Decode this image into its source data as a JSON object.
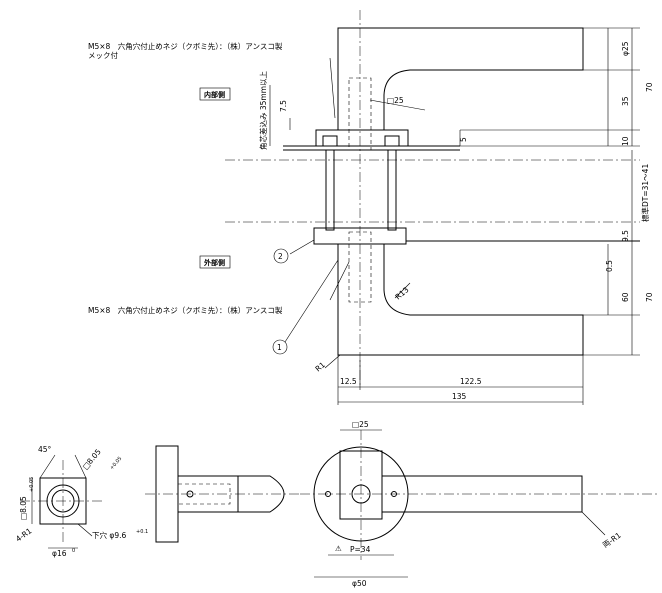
{
  "labels": {
    "screw_top_line1": "M5×8　六角穴付止めネジ（クボミ先）：（株）アンスコ製",
    "screw_top_line2": "メック付",
    "screw_bottom": "M5×8　六角穴付止めネジ（クボミ先）：（株）アンスコ製",
    "inside": "内部側",
    "outside": "外部側",
    "insert_depth": "角芯差込み 35mm以上",
    "door_thickness": "標準DT=31～41",
    "tap_hole": "下穴 φ9.6",
    "tap_tol": "+0.1",
    "both_r1": "両-R1",
    "four_r1": "4-R1",
    "marker1": "1",
    "marker2": "2",
    "triangle": "⚠"
  },
  "dims": {
    "phi25": "φ25",
    "d70_top": "70",
    "d35": "35",
    "d10": "10",
    "sq25_top": "□25",
    "d7_5": "7.5",
    "d5": "5",
    "d9_5": "9.5",
    "d0_5": "0.5",
    "r13": "R13",
    "d60": "60",
    "d70_bot": "70",
    "r1": "R1",
    "d12_5": "12.5",
    "d122_5": "122.5",
    "d135": "135",
    "sq25_front": "□25",
    "p34": "P=34",
    "phi50": "φ50",
    "angle45": "45°",
    "sq8_05_a": "□8.05",
    "sq8_05_b": "□8.05",
    "phi16": "φ16",
    "tol_a": "+0.05",
    "tol_b": "+0.05",
    "tol_c": "0"
  }
}
